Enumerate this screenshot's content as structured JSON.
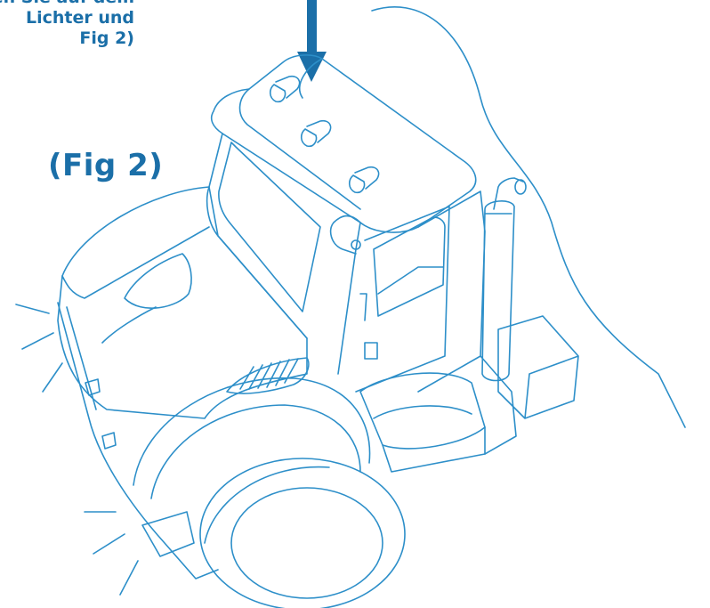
{
  "instruction": {
    "lines": [
      "ken Sie auf dem",
      "Lichter und",
      "Fig 2)"
    ]
  },
  "figure_label": "(Fig 2)",
  "colors": {
    "accent": "#1b6fa8",
    "line": "#2d8fc9",
    "background": "#ffffff"
  },
  "icons": {
    "arrow": "arrow-down-icon",
    "light_switch": "light-switch-icon"
  }
}
